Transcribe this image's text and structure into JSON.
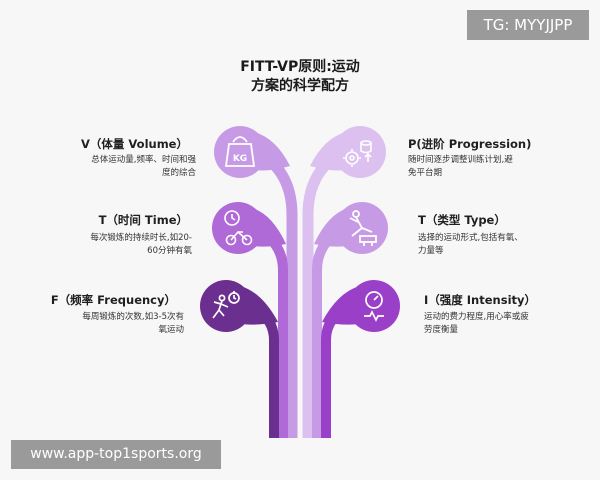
{
  "header": {
    "tag": "TG: MYYJJPP",
    "title_line1": "FITT-VP原则:运动",
    "title_line2": "方案的科学配方"
  },
  "items": {
    "volume": {
      "label": "V（体量 Volume）",
      "desc_line1": "总体运动量,频率、时间和强",
      "desc_line2": "度的综合"
    },
    "time": {
      "label": "T（时间 Time）",
      "desc_line1": "每次锻炼的持续时长,如20-",
      "desc_line2": "60分钟有氧"
    },
    "frequency": {
      "label": "F（频率 Frequency）",
      "desc_line1": "每周锻炼的次数,如3-5次有",
      "desc_line2": "氧运动"
    },
    "progression": {
      "label": "P(进阶 Progression)",
      "desc_line1": "随时间逐步调整训练计划,避",
      "desc_line2": "免平台期"
    },
    "type": {
      "label": "T（类型 Type）",
      "desc_line1": "选择的运动形式,包括有氧、",
      "desc_line2": "力量等"
    },
    "intensity": {
      "label": "I（强度 Intensity）",
      "desc_line1": "运动的费力程度,用心率或疲",
      "desc_line2": "劳度衡量"
    }
  },
  "icons": {
    "volume_icon_text": "KG"
  },
  "colors": {
    "deep_purple": "#6b2f8f",
    "purple": "#9a3fc8",
    "mid_purple": "#b06ad8",
    "light_purple": "#c79ae6",
    "lavender": "#dcc0f0"
  },
  "footer": {
    "watermark": "www.app-top1sports.org"
  }
}
